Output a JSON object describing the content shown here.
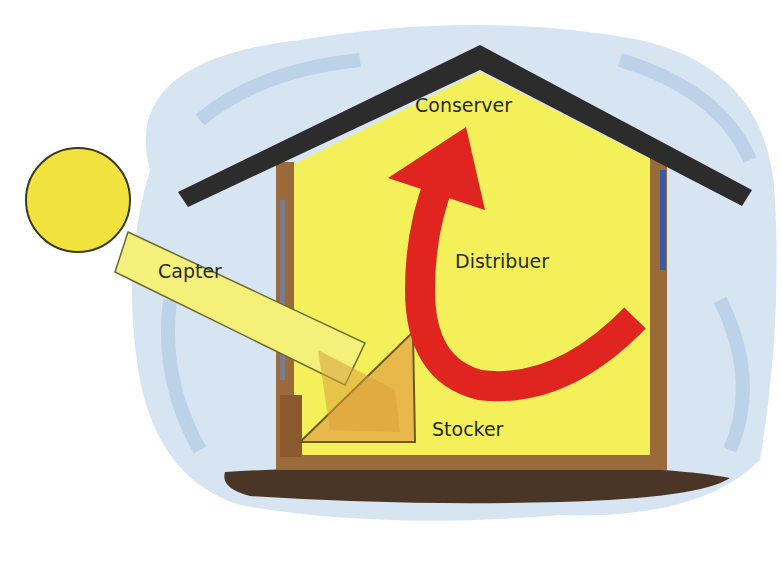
{
  "diagram": {
    "labels": [
      "Capter",
      "Stocker",
      "Distribuer",
      "Conserver"
    ]
  }
}
